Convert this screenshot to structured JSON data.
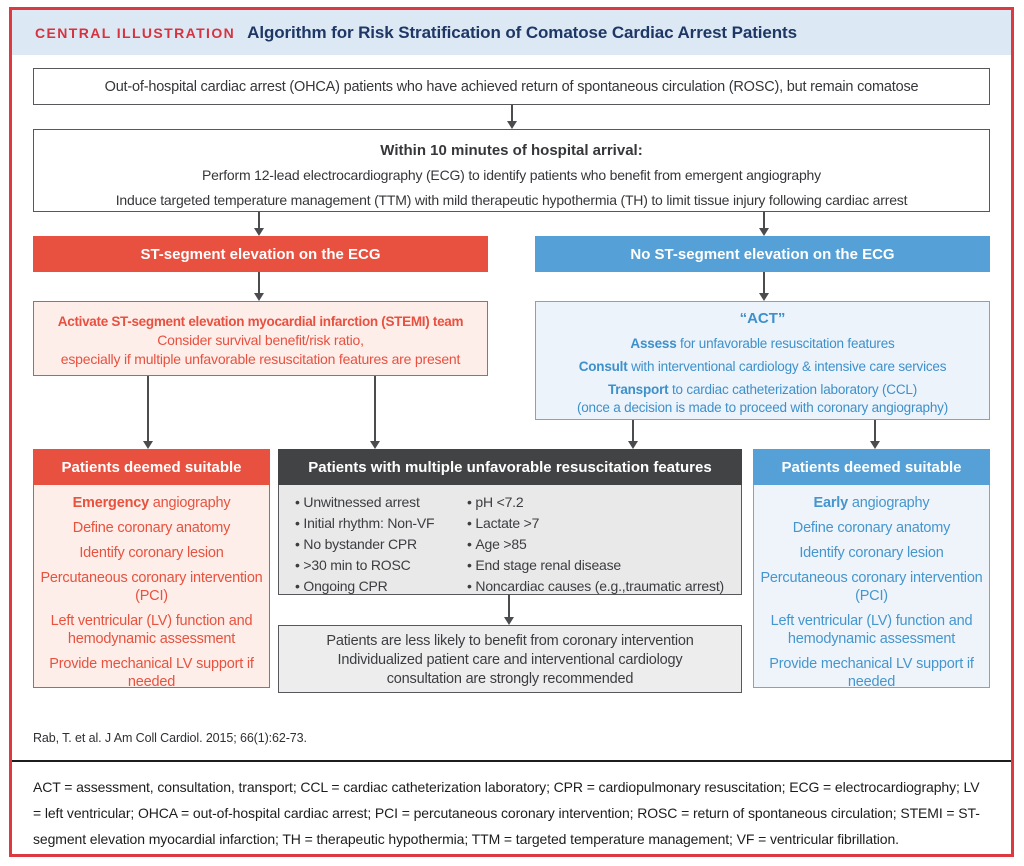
{
  "colors": {
    "frame_border": "#dc3a40",
    "header_band": "#dce8f4",
    "eyebrow_red": "#d63340",
    "title_navy": "#1e3765",
    "accent_red": "#e8503f",
    "accent_blue": "#55a0d6",
    "dark_gray": "#414345",
    "light_red_bg": "#fdeeea",
    "light_blue_bg": "#ecf3fa",
    "light_gray_bg": "#e9e9ea"
  },
  "header": {
    "eyebrow": "CENTRAL ILLUSTRATION",
    "title": "Algorithm for Risk Stratification of Comatose Cardiac Arrest Patients"
  },
  "ohca_box": {
    "text": "Out-of-hospital cardiac arrest (OHCA) patients who have achieved return of spontaneous circulation (ROSC), but remain comatose"
  },
  "arrival_box": {
    "title": "Within 10 minutes of hospital arrival:",
    "line1": "Perform 12-lead electrocardiography (ECG) to identify patients who benefit from emergent angiography",
    "line2": "Induce targeted temperature management (TTM) with mild therapeutic hypothermia (TH) to limit tissue injury following cardiac arrest"
  },
  "st_branch": {
    "header": "ST-segment elevation on the ECG",
    "action": {
      "line1": "Activate ST-segment elevation myocardial infarction (STEMI) team",
      "line2": "Consider survival benefit/risk ratio,",
      "line3": "especially if multiple unfavorable resuscitation features are present"
    }
  },
  "no_st_branch": {
    "header": "No ST-segment elevation on the ECG",
    "act": {
      "title": "“ACT”",
      "assess_bold": "Assess",
      "assess_rest": " for unfavorable resuscitation features",
      "consult_bold": "Consult",
      "consult_rest": " with interventional cardiology & intensive care services",
      "transport_bold": "Transport",
      "transport_rest": " to cardiac catheterization laboratory (CCL)",
      "note": "(once a decision is made to proceed with coronary angiography)"
    }
  },
  "suitable_left": {
    "header": "Patients deemed suitable",
    "item1_bold": "Emergency",
    "item1_rest": " angiography",
    "items": [
      "Define coronary anatomy",
      "Identify coronary lesion",
      "Percutaneous coronary intervention (PCI)",
      "Left ventricular (LV) function and hemodynamic assessment",
      "Provide mechanical LV support if needed"
    ]
  },
  "unfavorable_box": {
    "header": "Patients with multiple unfavorable resuscitation features",
    "col1": [
      "Unwitnessed arrest",
      "Initial rhythm: Non-VF",
      "No bystander CPR",
      ">30 min to ROSC",
      "Ongoing CPR"
    ],
    "col2": [
      "pH <7.2",
      "Lactate >7",
      "Age >85",
      "End stage renal disease",
      "Noncardiac causes (e.g.,traumatic arrest)"
    ]
  },
  "suitable_right": {
    "header": "Patients deemed suitable",
    "item1_bold": "Early",
    "item1_rest": " angiography",
    "items": [
      "Define coronary anatomy",
      "Identify coronary lesion",
      "Percutaneous coronary intervention (PCI)",
      "Left ventricular (LV) function and hemodynamic assessment",
      "Provide mechanical LV support if needed"
    ]
  },
  "outcome_box": {
    "line1": "Patients are less likely to benefit from coronary intervention",
    "line2": "Individualized patient care and interventional cardiology",
    "line3": "consultation are strongly recommended"
  },
  "citation": "Rab, T. et al. J Am Coll Cardiol. 2015; 66(1):62-73.",
  "abbreviations": "ACT = assessment, consultation, transport; CCL = cardiac catheterization laboratory; CPR = cardiopulmonary resuscitation; ECG = electrocardiography; LV = left ventricular; OHCA = out-of-hospital cardiac arrest; PCI = percutaneous coronary intervention; ROSC = return of spontaneous circulation; STEMI = ST-segment elevation myocardial infarction; TH = therapeutic hypothermia; TTM = targeted temperature management; VF = ventricular fibrillation."
}
